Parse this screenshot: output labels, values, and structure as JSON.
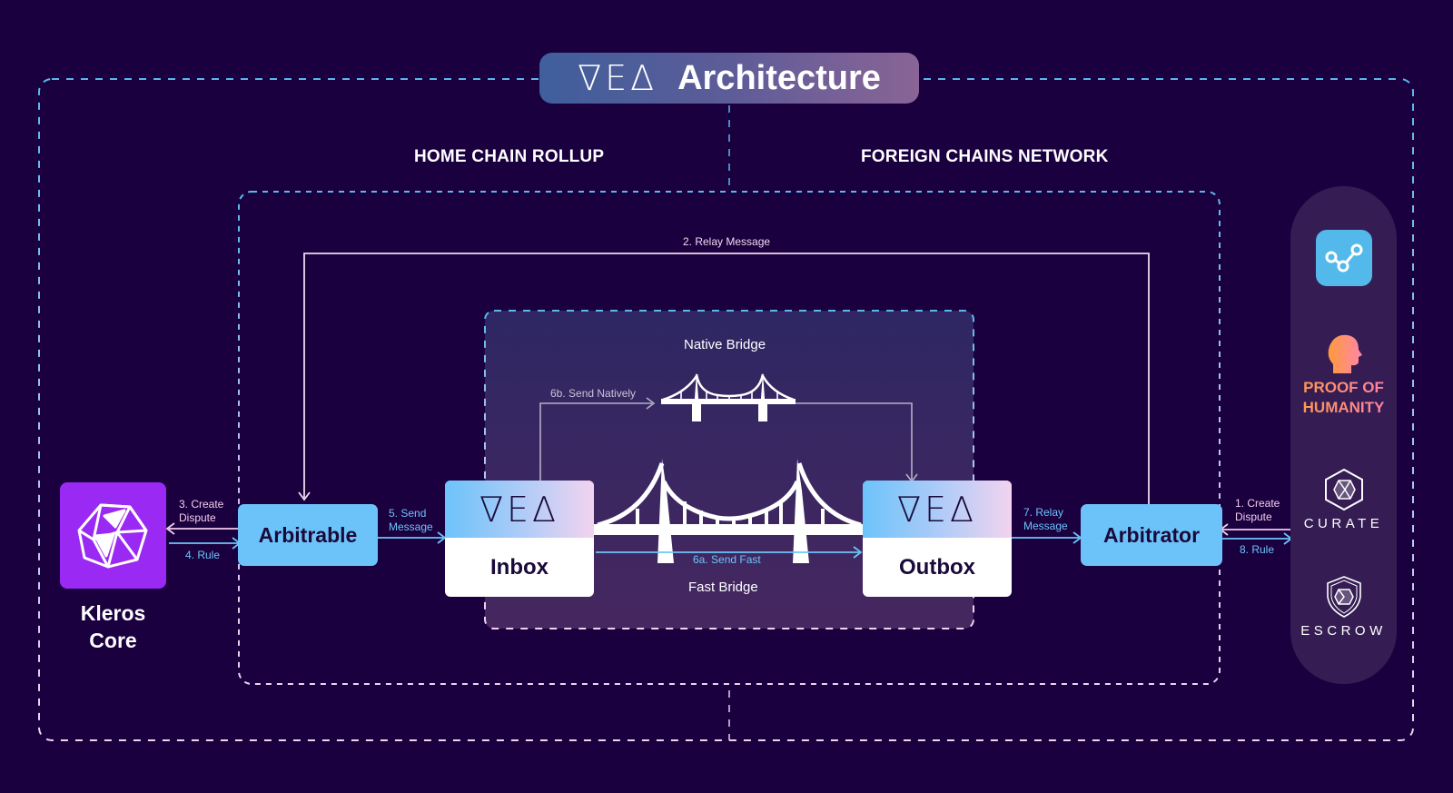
{
  "header": {
    "logo_text": "∇E∆",
    "title": "Architecture"
  },
  "sections": {
    "home": "HOME CHAIN ROLLUP",
    "foreign": "FOREIGN CHAINS NETWORK"
  },
  "nodes": {
    "kleros": {
      "label_line1": "Kleros",
      "label_line2": "Core",
      "color": "#9a2af3"
    },
    "arbitrable": {
      "label": "Arbitrable"
    },
    "arbitrator": {
      "label": "Arbitrator"
    },
    "inbox": {
      "logo": "∇E∆",
      "label": "Inbox"
    },
    "outbox": {
      "logo": "∇E∆",
      "label": "Outbox"
    }
  },
  "bridges": {
    "native": "Native Bridge",
    "fast": "Fast Bridge"
  },
  "flows": {
    "step1_line1": "1. Create",
    "step1_line2": "Dispute",
    "step2": "2. Relay Message",
    "step3_line1": "3. Create",
    "step3_line2": "Dispute",
    "step4": "4. Rule",
    "step5_line1": "5. Send",
    "step5_line2": "Message",
    "step6a": "6a. Send Fast",
    "step6b": "6b. Send Natively",
    "step7_line1": "7. Relay",
    "step7_line2": "Message",
    "step8": "8. Rule"
  },
  "apps": [
    {
      "name": "linguo",
      "icon": "graph-icon",
      "label": ""
    },
    {
      "name": "proof-of-humanity",
      "icon": "head-icon",
      "label_line1": "PROOF OF",
      "label_line2": "HUMANITY"
    },
    {
      "name": "curate",
      "icon": "hexagon-icosahedron-icon",
      "label": "CURATE"
    },
    {
      "name": "escrow",
      "icon": "shield-icosahedron-icon",
      "label": "ESCROW"
    }
  ],
  "colors": {
    "background": "#1b0040",
    "accent_blue": "#6cc3fa",
    "accent_pink": "#f2cdea",
    "panel": "#351d53"
  }
}
